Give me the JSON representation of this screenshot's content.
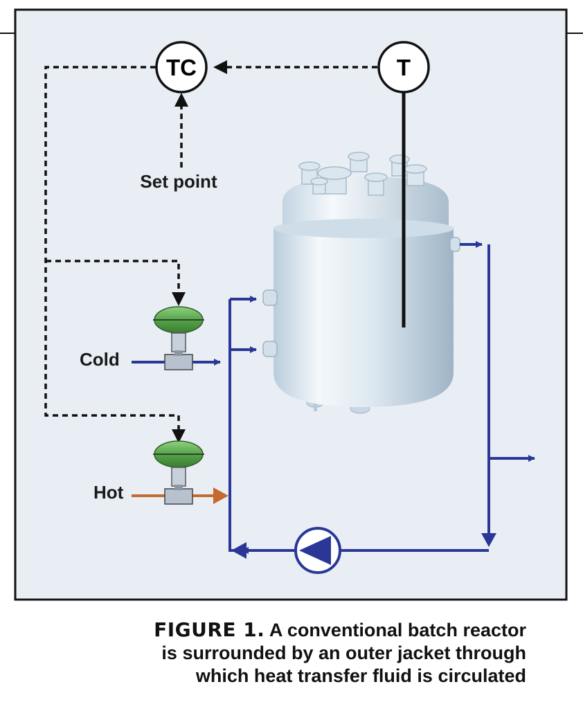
{
  "diagram": {
    "instruments": {
      "controller": "TC",
      "sensor": "T"
    },
    "labels": {
      "set_point": "Set point",
      "cold": "Cold",
      "hot": "Hot"
    },
    "colors": {
      "panel_background": "#e9eef5",
      "panel_border": "#111111",
      "jacket_fluid_line": "#2a3796",
      "hot_line": "#c46a2e",
      "signal_line": "#111111",
      "valve_actuator": "#5fae55",
      "vessel_body": "#d7e4ee"
    }
  },
  "caption": {
    "figure_label": "FIGURE 1.",
    "lines": [
      "A conventional batch reactor",
      "is surrounded by an outer jacket through",
      "which heat transfer fluid is circulated"
    ]
  }
}
